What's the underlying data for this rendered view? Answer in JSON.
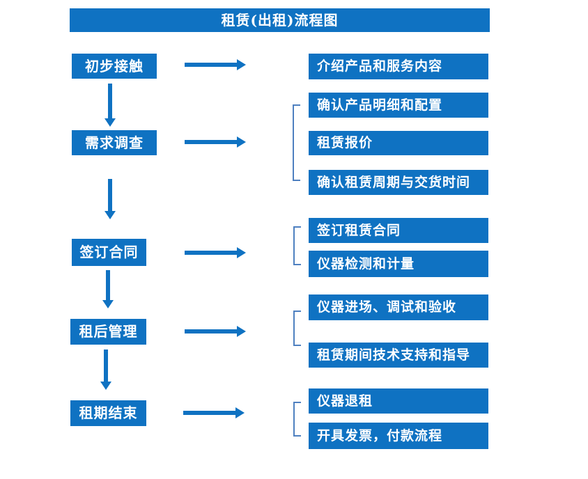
{
  "title": "租赁(出租)流程图",
  "colors": {
    "primary_blue": "#0F72C2",
    "bracket_blue": "#4E80C0",
    "box_text": "#FFFFFF",
    "background": "#FFFFFF"
  },
  "stages": [
    {
      "label": "初步接触",
      "outputs": [
        "介绍产品和服务内容"
      ]
    },
    {
      "label": "需求调查",
      "outputs": [
        "确认产品明细和配置",
        "租赁报价",
        "确认租赁周期与交货时间"
      ]
    },
    {
      "label": "签订合同",
      "outputs": [
        "签订租赁合同",
        "仪器检测和计量"
      ]
    },
    {
      "label": "租后管理",
      "outputs": [
        "仪器进场、调试和验收",
        "租赁期间技术支持和指导"
      ]
    },
    {
      "label": "租期结束",
      "outputs": [
        "仪器退租",
        "开具发票，付款流程"
      ]
    }
  ]
}
